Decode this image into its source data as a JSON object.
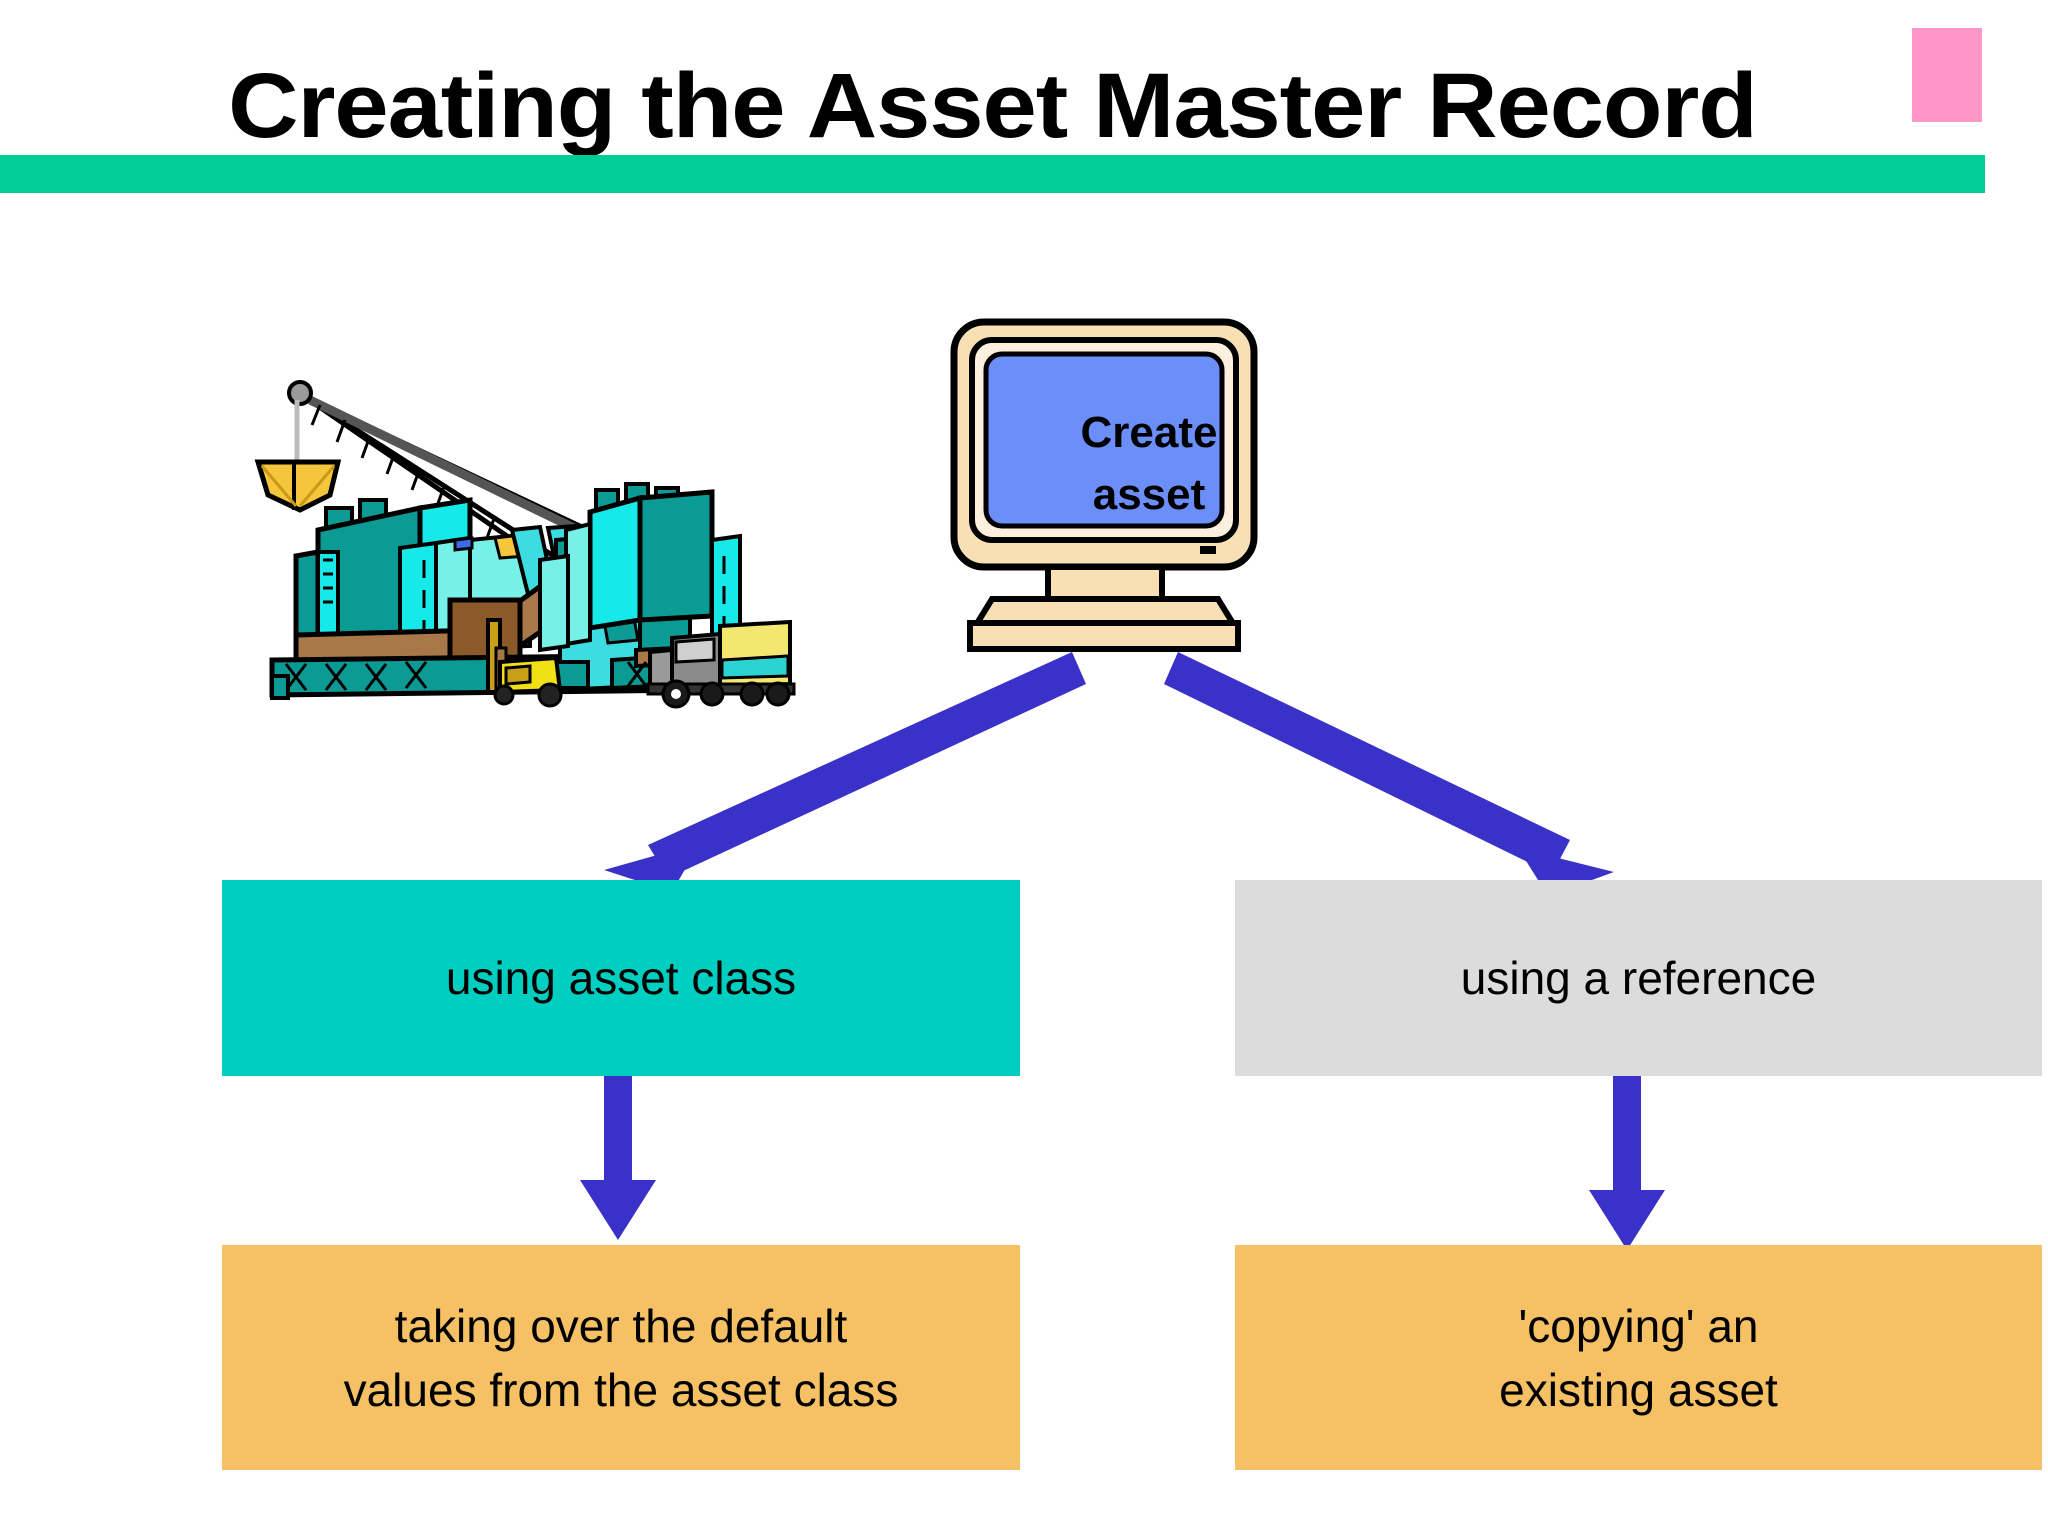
{
  "header": {
    "title": "Creating the Asset Master Record",
    "rule_color": "#00CE94",
    "accent_swatch_color": "#FF96C8"
  },
  "diagram": {
    "type": "flowchart",
    "source_node": {
      "name": "create-asset-monitor",
      "screen_line1": "Create",
      "screen_line2": "asset",
      "screen_color": "#6B8EF7",
      "bezel_color": "#F8DFB4"
    },
    "illustration": {
      "name": "industrial-plant-clipart",
      "alt": "Industrial plant with crane, forklift and truck"
    },
    "branches": [
      {
        "id": "asset-class",
        "method_label": "using asset class",
        "method_color": "#00CEC0",
        "result_label": "taking over the default\nvalues from the asset class",
        "result_line1": "taking over the default",
        "result_line2": "values from the asset class",
        "result_color": "#F5C164"
      },
      {
        "id": "reference",
        "method_label": "using a reference",
        "method_color": "#DCDCDC",
        "result_label": "'copying' an\nexisting asset",
        "result_line1": "'copying' an",
        "result_line2": "existing asset",
        "result_color": "#F5C164"
      }
    ],
    "arrow_color": "#3A32C8"
  }
}
